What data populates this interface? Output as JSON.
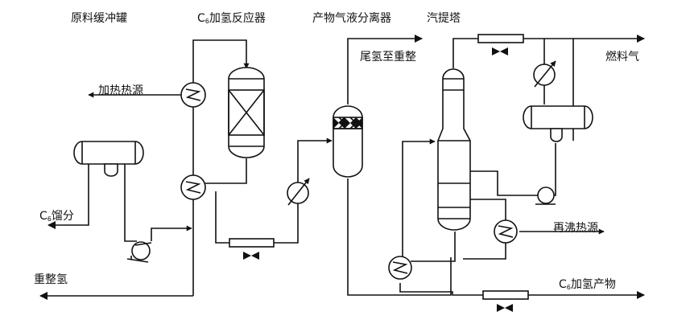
{
  "labels": {
    "buffer_tank": "原料缓冲罐",
    "reactor_prefix": "C",
    "reactor_sub": "6",
    "reactor_suffix": "加氢反应器",
    "separator": "产物气液分离器",
    "stripper": "汽提塔",
    "heat_source": "加热热源",
    "tail_gas": "尾氢至重整",
    "fuel_gas": "燃料气",
    "feed_prefix": "C",
    "feed_sub": "6",
    "feed_suffix": "馏分",
    "reboiler_heat": "再沸热源",
    "reform_h2": "重整氢",
    "product_prefix": "C",
    "product_sub": "6",
    "product_suffix": "加氢产物"
  }
}
